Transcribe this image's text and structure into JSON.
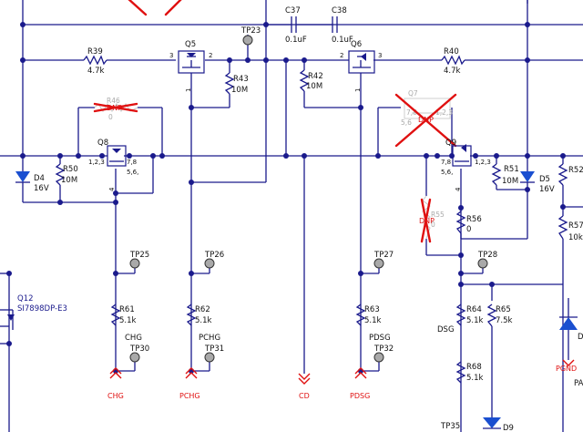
{
  "components": {
    "caps": [
      {
        "ref": "C37",
        "value": "0.1uF"
      },
      {
        "ref": "C38",
        "value": "0.1uF"
      }
    ],
    "resistors": [
      {
        "ref": "R39",
        "value": "4.7k"
      },
      {
        "ref": "R40",
        "value": "4.7k"
      },
      {
        "ref": "R42",
        "value": "10M"
      },
      {
        "ref": "R43",
        "value": "10M"
      },
      {
        "ref": "R46",
        "value": "0",
        "dnp_label": "DNP"
      },
      {
        "ref": "R50",
        "value": "10M"
      },
      {
        "ref": "R51",
        "value": "10M"
      },
      {
        "ref": "R52",
        "value": ""
      },
      {
        "ref": "R55",
        "value": "0",
        "dnp_label": "DNP"
      },
      {
        "ref": "R56",
        "value": "0"
      },
      {
        "ref": "R57",
        "value": "10k"
      },
      {
        "ref": "R61",
        "value": "5.1k"
      },
      {
        "ref": "R62",
        "value": "5.1k"
      },
      {
        "ref": "R63",
        "value": "5.1k"
      },
      {
        "ref": "R64",
        "value": "5.1k"
      },
      {
        "ref": "R65",
        "value": "7.5k"
      },
      {
        "ref": "R68",
        "value": "5.1k"
      }
    ],
    "transistors": [
      {
        "ref": "Q5"
      },
      {
        "ref": "Q6"
      },
      {
        "ref": "Q7",
        "dnp_label": "DNP"
      },
      {
        "ref": "Q8",
        "pins_a": "1,2,3",
        "pins_b": "7,8",
        "pins_c": "5,6,"
      },
      {
        "ref": "Q9",
        "pins_a": "1,2,3",
        "pins_b": "7,8",
        "pins_c": "5,6,"
      },
      {
        "ref": "Q12",
        "part": "SI7898DP-E3"
      }
    ],
    "diodes": [
      {
        "ref": "D4",
        "value": "16V"
      },
      {
        "ref": "D5",
        "value": "16V"
      },
      {
        "ref": "D9"
      }
    ],
    "testpoints": [
      "TP23",
      "TP25",
      "TP26",
      "TP27",
      "TP28",
      "TP30",
      "TP31",
      "TP32",
      "TP35"
    ]
  },
  "pins": {
    "q5_left": "3",
    "q5_right": "2",
    "q5_bottom": "1",
    "q6_left": "2",
    "q6_right": "3",
    "q6_bottom": "1",
    "q8_gate": "4",
    "q9_gate": "4",
    "q7_pins_a": "1,2,3",
    "q7_pins_b": "7,8",
    "q7_pins_c": "5,6,"
  },
  "nets": {
    "chg": "CHG",
    "pchg": "PCHG",
    "pdsg": "PDSG",
    "dsg": "DSG",
    "port_chg": "CHG",
    "port_pchg": "PCHG",
    "port_cd": "CD",
    "port_pdsg": "PDSG",
    "pgnd": "PGND"
  },
  "fragments": {
    "pa": "PA",
    "d_partial": "D",
    "q7_partial": "5,6"
  },
  "colors": {
    "wire": "#1a1a8c",
    "port": "#e01010",
    "dnp_cross": "#e01010",
    "testpoint": "#a9a9a9"
  }
}
